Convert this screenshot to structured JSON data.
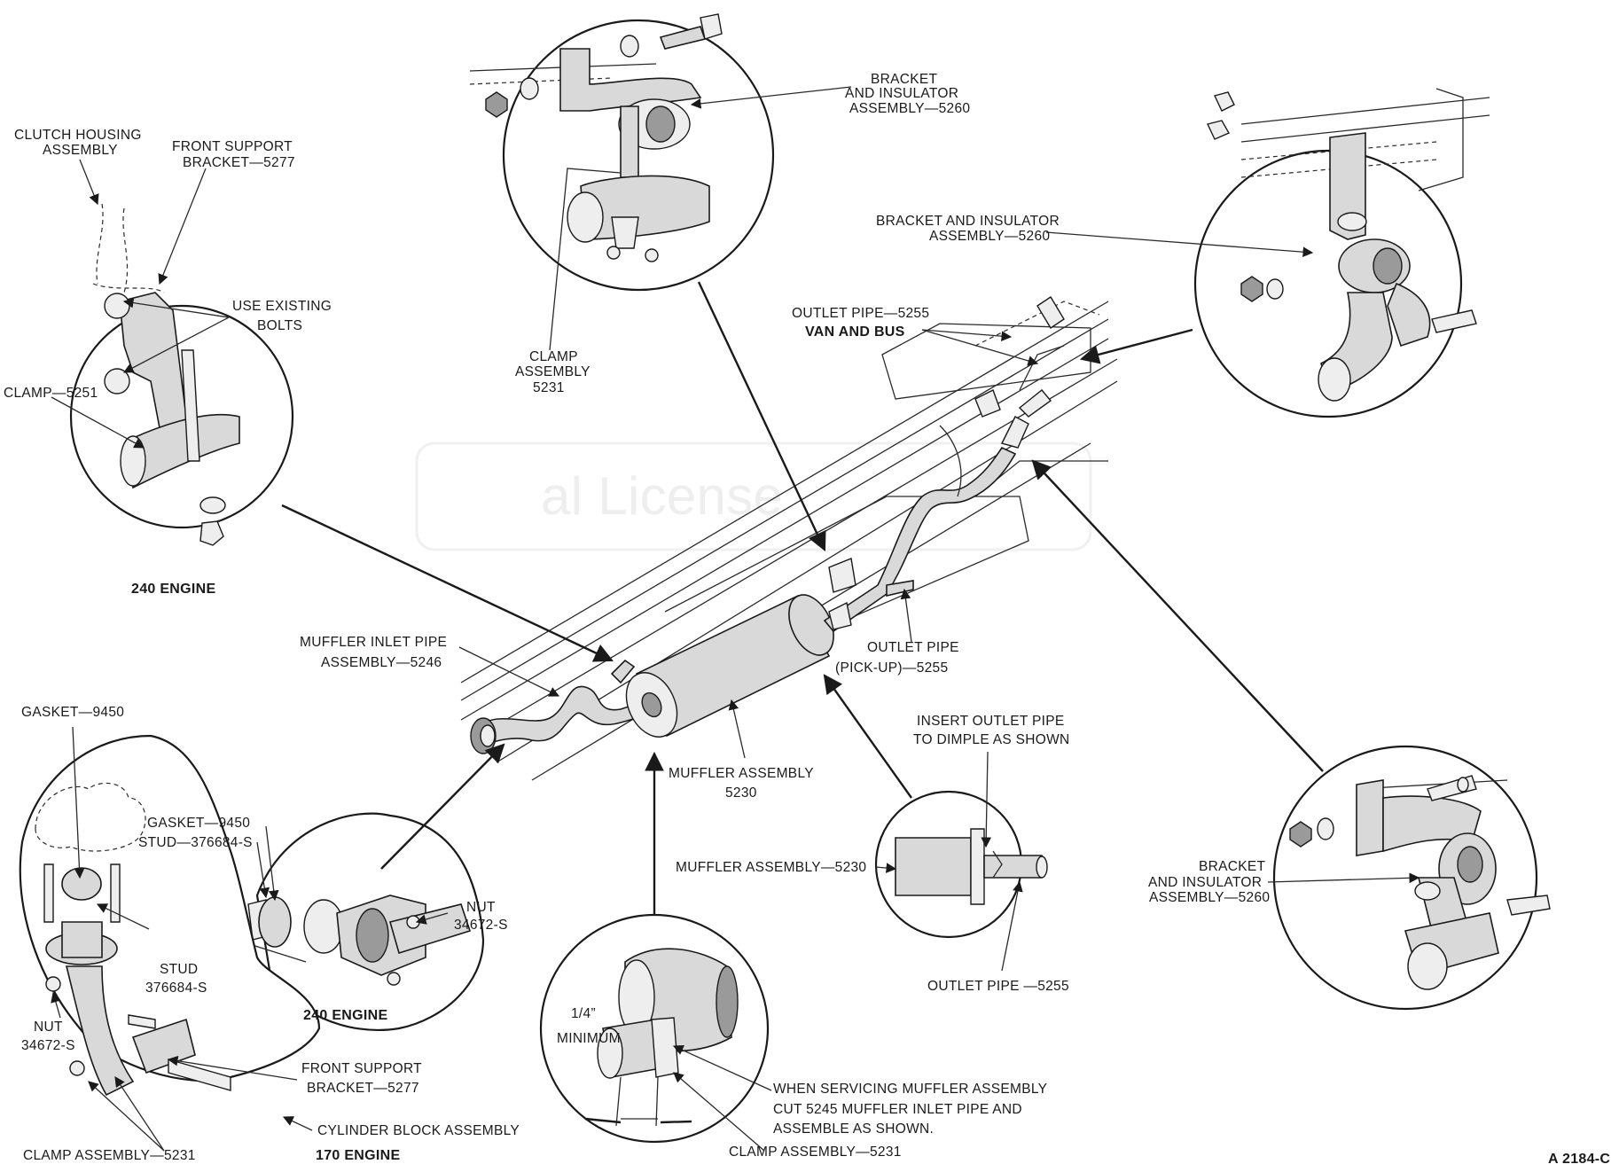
{
  "watermark": "al License",
  "figure_id": "A 2184-C",
  "labels": {
    "clutch_housing_1": "CLUTCH HOUSING",
    "clutch_housing_2": "ASSEMBLY",
    "front_support_top_1": "FRONT SUPPORT",
    "front_support_top_2": "BRACKET—5277",
    "use_existing_1": "USE EXISTING",
    "use_existing_2": "BOLTS",
    "clamp_5251": "CLAMP—5251",
    "engine_240_top": "240 ENGINE",
    "bracket_top_1": "BRACKET",
    "bracket_top_2": "AND INSULATOR",
    "bracket_top_3": "ASSEMBLY—5260",
    "clamp_assy_1": "CLAMP",
    "clamp_assy_2": "ASSEMBLY",
    "clamp_assy_3": "5231",
    "bracket_right_1": "BRACKET AND INSULATOR",
    "bracket_right_2": "ASSEMBLY—5260",
    "outlet_pipe_van_1": "OUTLET PIPE—5255",
    "outlet_pipe_van_2": "VAN AND BUS",
    "muffler_inlet_1": "MUFFLER INLET PIPE",
    "muffler_inlet_2": "ASSEMBLY—5246",
    "outlet_pickup_1": "OUTLET PIPE",
    "outlet_pickup_2": "(PICK-UP)—5255",
    "gasket_top": "GASKET—9450",
    "muffler_assy_1": "MUFFLER ASSEMBLY",
    "muffler_assy_2": "5230",
    "insert_outlet_1": "INSERT OUTLET PIPE",
    "insert_outlet_2": "TO DIMPLE AS SHOWN",
    "gasket_mid": "GASKET—9450",
    "stud_mid": "STUD—376684-S",
    "muffler_assy_5230": "MUFFLER ASSEMBLY—5230",
    "nut_right_1": "NUT",
    "nut_right_2": "34672-S",
    "stud_low_1": "STUD",
    "stud_low_2": "376684-S",
    "engine_240_low": "240 ENGINE",
    "outlet_pipe_5255": "OUTLET PIPE —5255",
    "bracket_low_1": "BRACKET",
    "bracket_low_2": "AND INSULATOR",
    "bracket_low_3": "ASSEMBLY—5260",
    "nut_left_1": "NUT",
    "nut_left_2": "34672-S",
    "front_support_low_1": "FRONT SUPPORT",
    "front_support_low_2": "BRACKET—5277",
    "quarter_1": "1/4”",
    "quarter_2": "MINIMUM",
    "servicing_1": "WHEN SERVICING MUFFLER ASSEMBLY",
    "servicing_2": "CUT 5245 MUFFLER INLET PIPE AND",
    "servicing_3": "ASSEMBLE AS SHOWN.",
    "cylinder_block": "CYLINDER BLOCK ASSEMBLY",
    "clamp_assy_5231_left": "CLAMP ASSEMBLY—5231",
    "engine_170": "170 ENGINE",
    "clamp_assy_5231_bottom": "CLAMP ASSEMBLY—5231"
  }
}
